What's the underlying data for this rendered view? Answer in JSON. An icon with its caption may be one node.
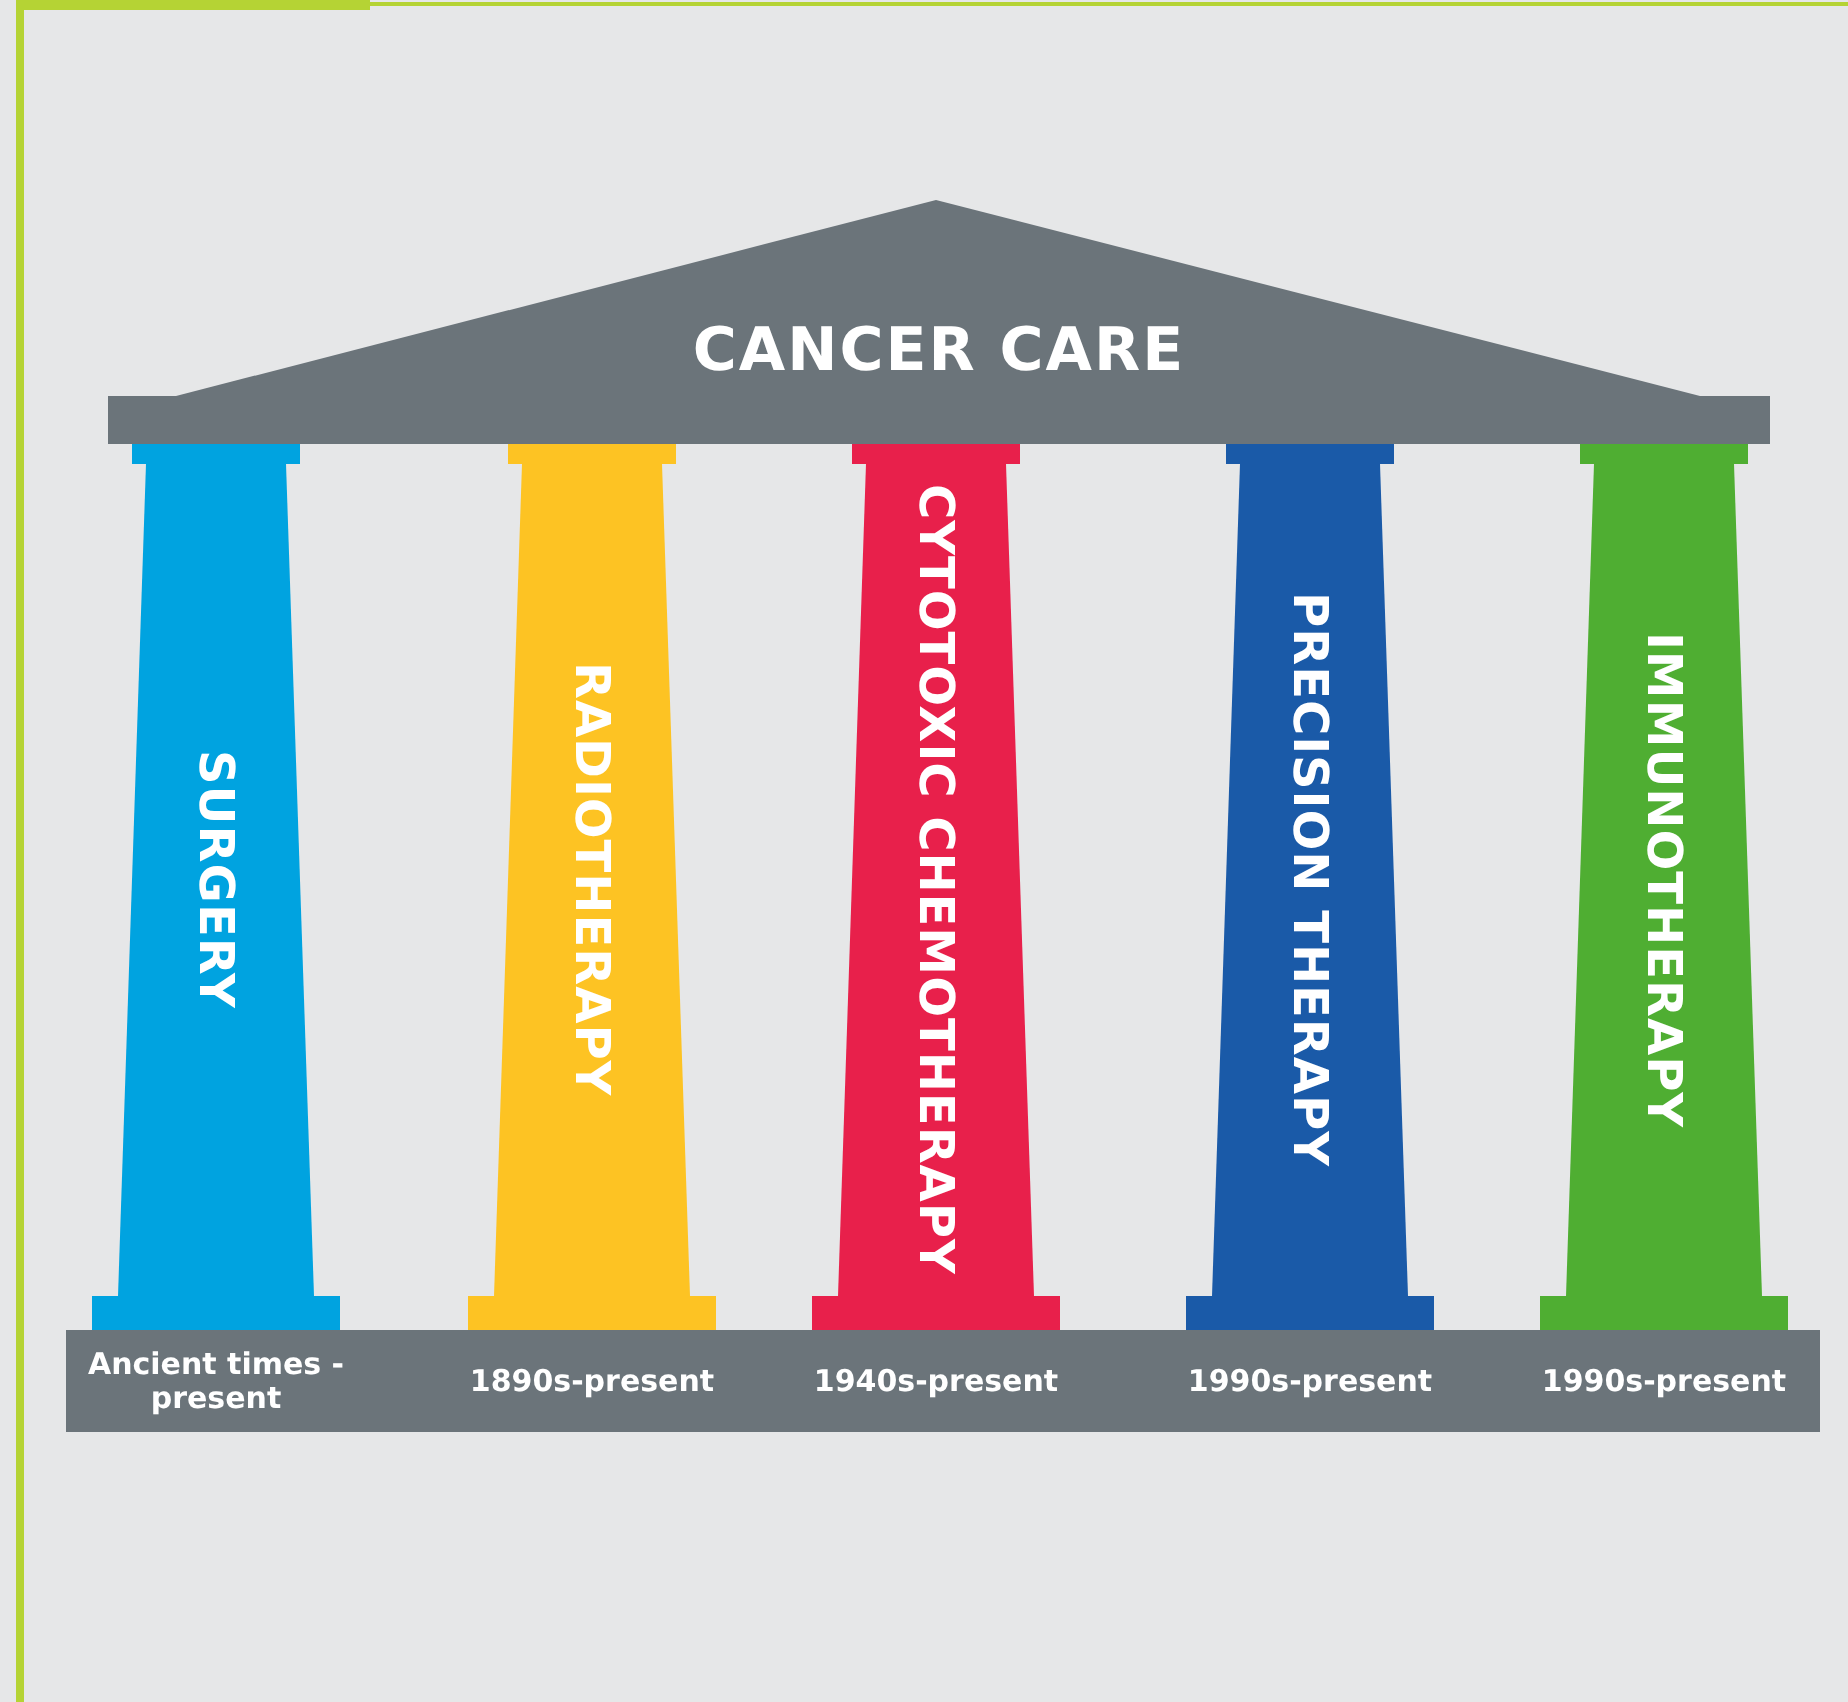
{
  "diagram": {
    "nodes": [
      {
        "text": [
          "CANCER CARE"
        ]
      },
      {
        "text": [
          "SURGERY"
        ]
      },
      {
        "text": [
          "RADIOTHERAPY"
        ]
      },
      {
        "text": [
          "CYTOTOXIC CHEMOTHERAPY"
        ]
      },
      {
        "text": [
          "PRECISION THERAPY"
        ]
      },
      {
        "text": [
          "IMMUNOTHERAPY"
        ]
      },
      {
        "text": [
          "Ancient times -present",
          "1890s-present",
          "1940s-present",
          "1990s-present",
          "1990s-present"
        ]
      }
    ]
  }
}
